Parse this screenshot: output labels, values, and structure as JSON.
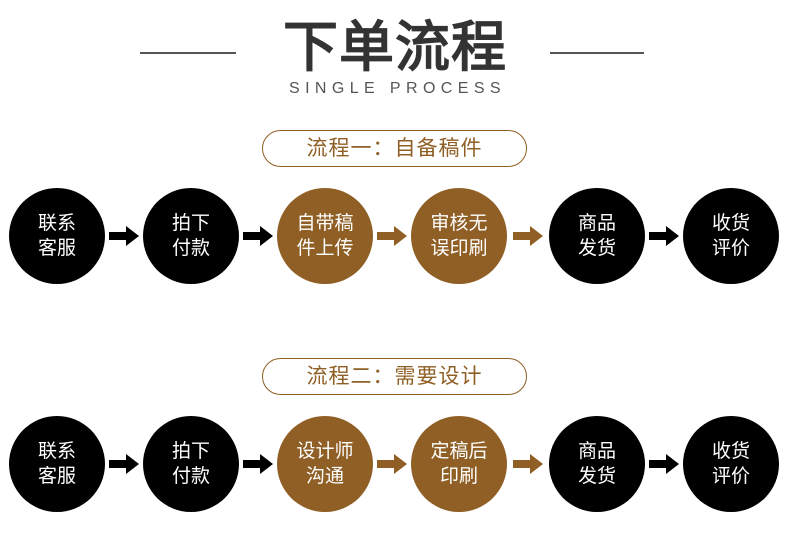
{
  "header": {
    "title": "下单流程",
    "subtitle": "SINGLE PROCESS"
  },
  "colors": {
    "accent": "#8f5f25",
    "dark": "#000000"
  },
  "flows": [
    {
      "label": "流程一：自备稿件",
      "steps": [
        {
          "line1": "联系",
          "line2": "客服",
          "color": "black"
        },
        {
          "line1": "拍下",
          "line2": "付款",
          "color": "black"
        },
        {
          "line1": "自带稿",
          "line2": "件上传",
          "color": "brown"
        },
        {
          "line1": "审核无",
          "line2": "误印刷",
          "color": "brown"
        },
        {
          "line1": "商品",
          "line2": "发货",
          "color": "black"
        },
        {
          "line1": "收货",
          "line2": "评价",
          "color": "black"
        }
      ]
    },
    {
      "label": "流程二：需要设计",
      "steps": [
        {
          "line1": "联系",
          "line2": "客服",
          "color": "black"
        },
        {
          "line1": "拍下",
          "line2": "付款",
          "color": "black"
        },
        {
          "line1": "设计师",
          "line2": "沟通",
          "color": "brown"
        },
        {
          "line1": "定稿后",
          "line2": "印刷",
          "color": "brown"
        },
        {
          "line1": "商品",
          "line2": "发货",
          "color": "black"
        },
        {
          "line1": "收货",
          "line2": "评价",
          "color": "black"
        }
      ]
    }
  ]
}
